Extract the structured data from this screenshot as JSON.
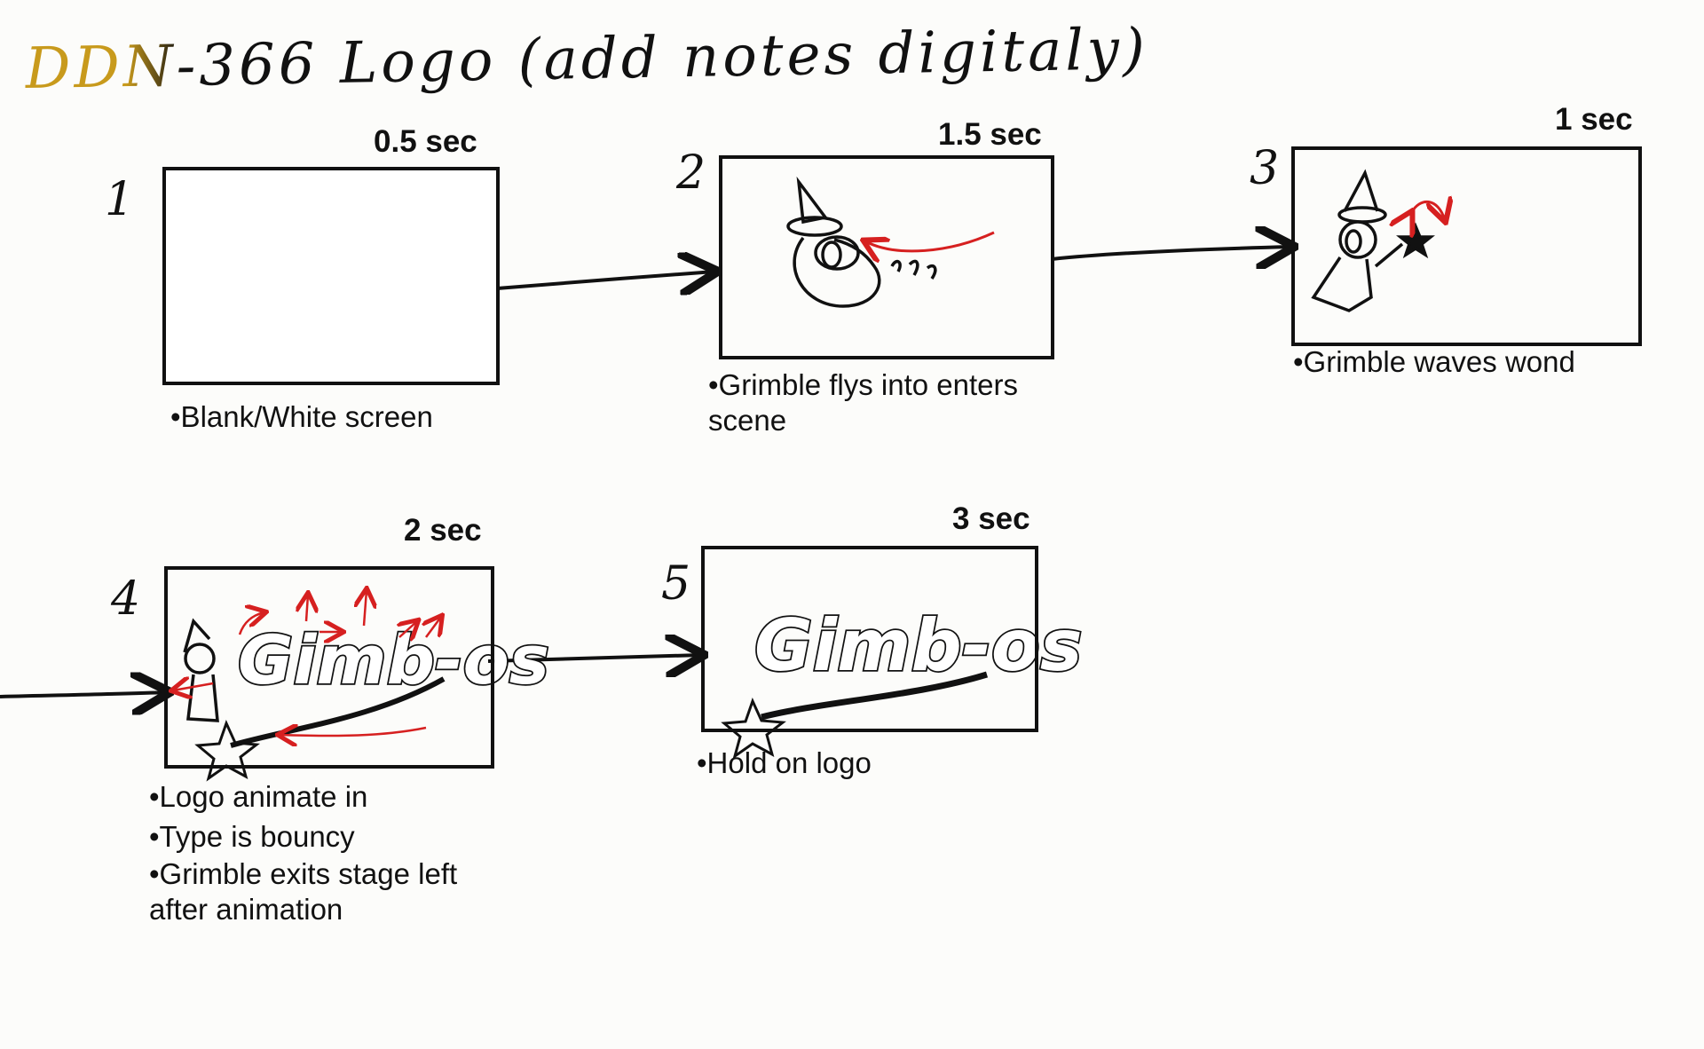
{
  "title": "DDN-366 Logo (add notes digitaly)",
  "colors": {
    "ink": "#111111",
    "accent_red": "#d62020",
    "title_gold": "#c89a1c"
  },
  "panels": [
    {
      "number": "1",
      "duration": "0.5 sec",
      "notes": [
        "•Blank/White screen"
      ]
    },
    {
      "number": "2",
      "duration": "1.5 sec",
      "notes": [
        "•Grimble flys into enters",
        "scene"
      ]
    },
    {
      "number": "3",
      "duration": "1 sec",
      "notes": [
        "•Grimble waves wond"
      ]
    },
    {
      "number": "4",
      "duration": "2 sec",
      "notes": [
        "•Logo animate in",
        "•Type is bouncy",
        "•Grimble exits stage left",
        "after animation"
      ]
    },
    {
      "number": "5",
      "duration": "3 sec",
      "notes": [
        "•Hold on logo"
      ]
    }
  ],
  "logo_text": "Gimb-os"
}
